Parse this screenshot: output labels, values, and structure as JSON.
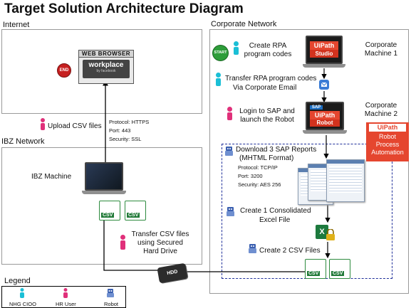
{
  "title": "Target Solution Architecture Diagram",
  "regions": {
    "internet": "Internet",
    "ibz": "IBZ Network",
    "corporate": "Corporate Network",
    "legend": "Legend"
  },
  "internet": {
    "browser_label": "WEB BROWSER",
    "workplace_label": "workplace",
    "workplace_sub": "by facebook",
    "end_badge": "END"
  },
  "upload": {
    "label": "Upload CSV files",
    "protocol": "Protocol: HTTPS",
    "port": "Port: 443",
    "security": "Security: SSL"
  },
  "ibz": {
    "machine_label": "IBZ Machine"
  },
  "csv_label": "CSV",
  "transfer_hdd": {
    "line1": "Transfer CSV files",
    "line2": "using Secured",
    "line3": "Hard Drive",
    "hdd_label": "HDD"
  },
  "corporate": {
    "start_badge": "START",
    "create_rpa_1": "Create RPA",
    "create_rpa_2": "program codes",
    "machine1_1": "Corporate",
    "machine1_2": "Machine 1",
    "uipath": "UiPath",
    "studio": "Studio",
    "transfer_1": "Transfer RPA program codes",
    "transfer_2": "Via Corporate Email",
    "login_1": "Login to SAP and",
    "login_2": "launch the Robot",
    "sap": "SAP",
    "robot": "Robot",
    "machine2_1": "Corporate",
    "machine2_2": "Machine 2",
    "rpa_box_brand": "UiPath",
    "rpa_1": "Robot",
    "rpa_2": "Process",
    "rpa_3": "Automation",
    "download_1": "Download 3 SAP Reports",
    "download_2": "(MHTML Format)",
    "dl_protocol": "Protocol: TCP/IP",
    "dl_port": "Port: 3200",
    "dl_security": "Security: AES 256",
    "consolidate_1": "Create 1 Consolidated",
    "consolidate_2": "Excel File",
    "excel_letter": "X",
    "create_csv": "Create 2 CSV Files"
  },
  "legend": {
    "items": [
      "NHG CIOO",
      "HR User",
      "Robot"
    ]
  },
  "colors": {
    "nhg_cioo": "#1bbfd6",
    "hr_user": "#e0307a",
    "robot": "#3a5fb0",
    "uipath_red": "#e5462f",
    "dashed_border": "#1f2f9a",
    "csv_green": "#217a38"
  },
  "icons": [
    "user-icon",
    "robot-icon",
    "laptop-icon",
    "email-icon",
    "excel-lock-icon",
    "csv-file-icon",
    "hard-drive-icon",
    "browser-icon"
  ]
}
